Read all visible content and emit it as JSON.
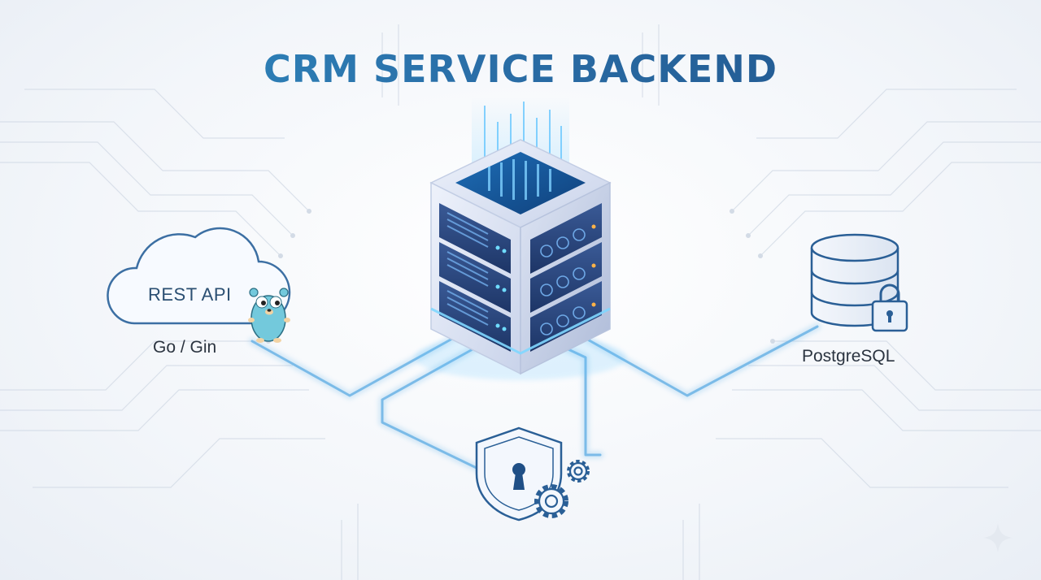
{
  "title": "CRM SERVICE BACKEND",
  "nodes": {
    "api": {
      "cloud_label": "REST API",
      "caption": "Go / Gin"
    },
    "database": {
      "caption": "PostgreSQL"
    }
  },
  "colors": {
    "title_start": "#2f8fc4",
    "title_end": "#1f4f86",
    "connector": "#8cc6ee",
    "icon_stroke": "#2a5f96",
    "glow": "#5fc4ff"
  },
  "icons": [
    "cloud-icon",
    "gopher-mascot",
    "server-rack",
    "database-icon",
    "lock-icon",
    "shield-keyhole-icon",
    "gear-icon",
    "sparkle-icon"
  ]
}
